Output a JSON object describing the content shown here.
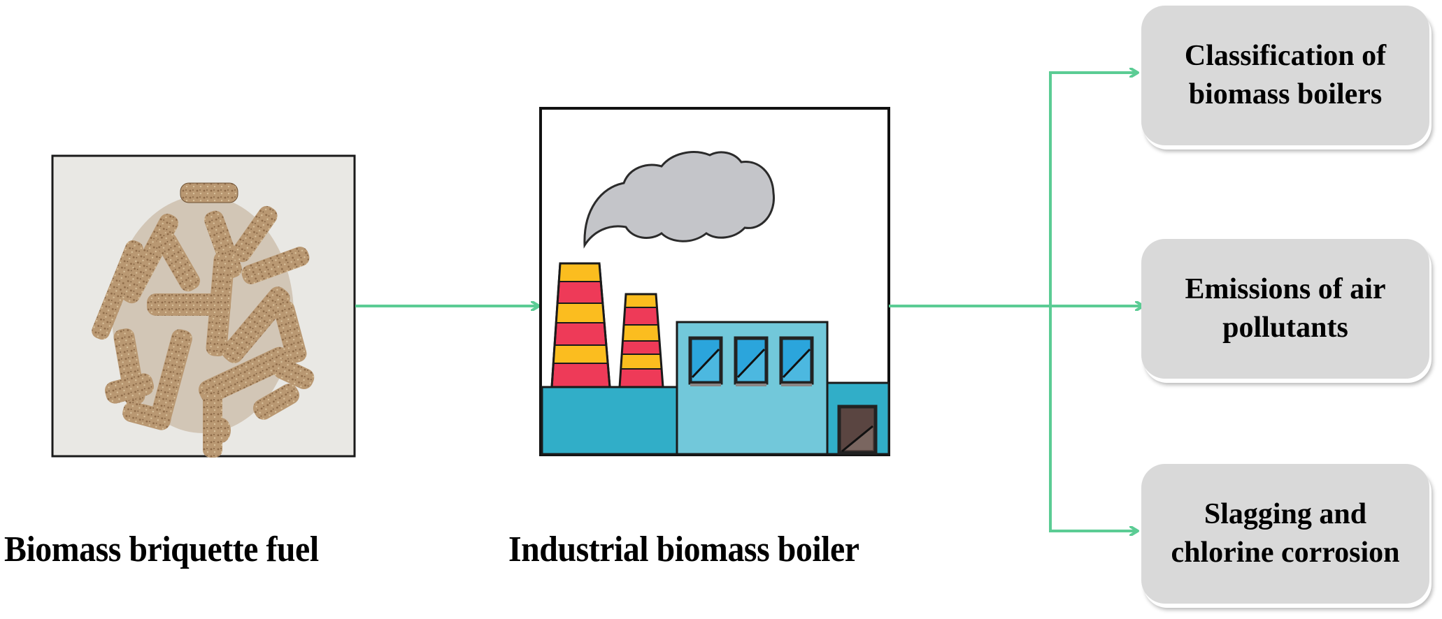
{
  "diagram": {
    "source": {
      "label": "Biomass briquette fuel",
      "image": "wood-pellet-photo"
    },
    "process": {
      "label": "Industrial biomass boiler",
      "image": "factory-illustration"
    },
    "outcomes": [
      {
        "label_line1": "Classification of",
        "label_line2": "biomass boilers"
      },
      {
        "label_line1": "Emissions of air",
        "label_line2": "pollutants"
      },
      {
        "label_line1": "Slagging and",
        "label_line2": "chlorine corrosion"
      }
    ]
  },
  "colors": {
    "arrow": "#5bcc94",
    "box_fill": "#d9d9d9",
    "chimney_red": "#ee3a58",
    "chimney_yellow": "#fbbd1f",
    "building_dark": "#31aec8",
    "building_light": "#72c8da",
    "window": "#2ba5dc",
    "door": "#5a4541",
    "smoke": "#c4c5c9"
  }
}
